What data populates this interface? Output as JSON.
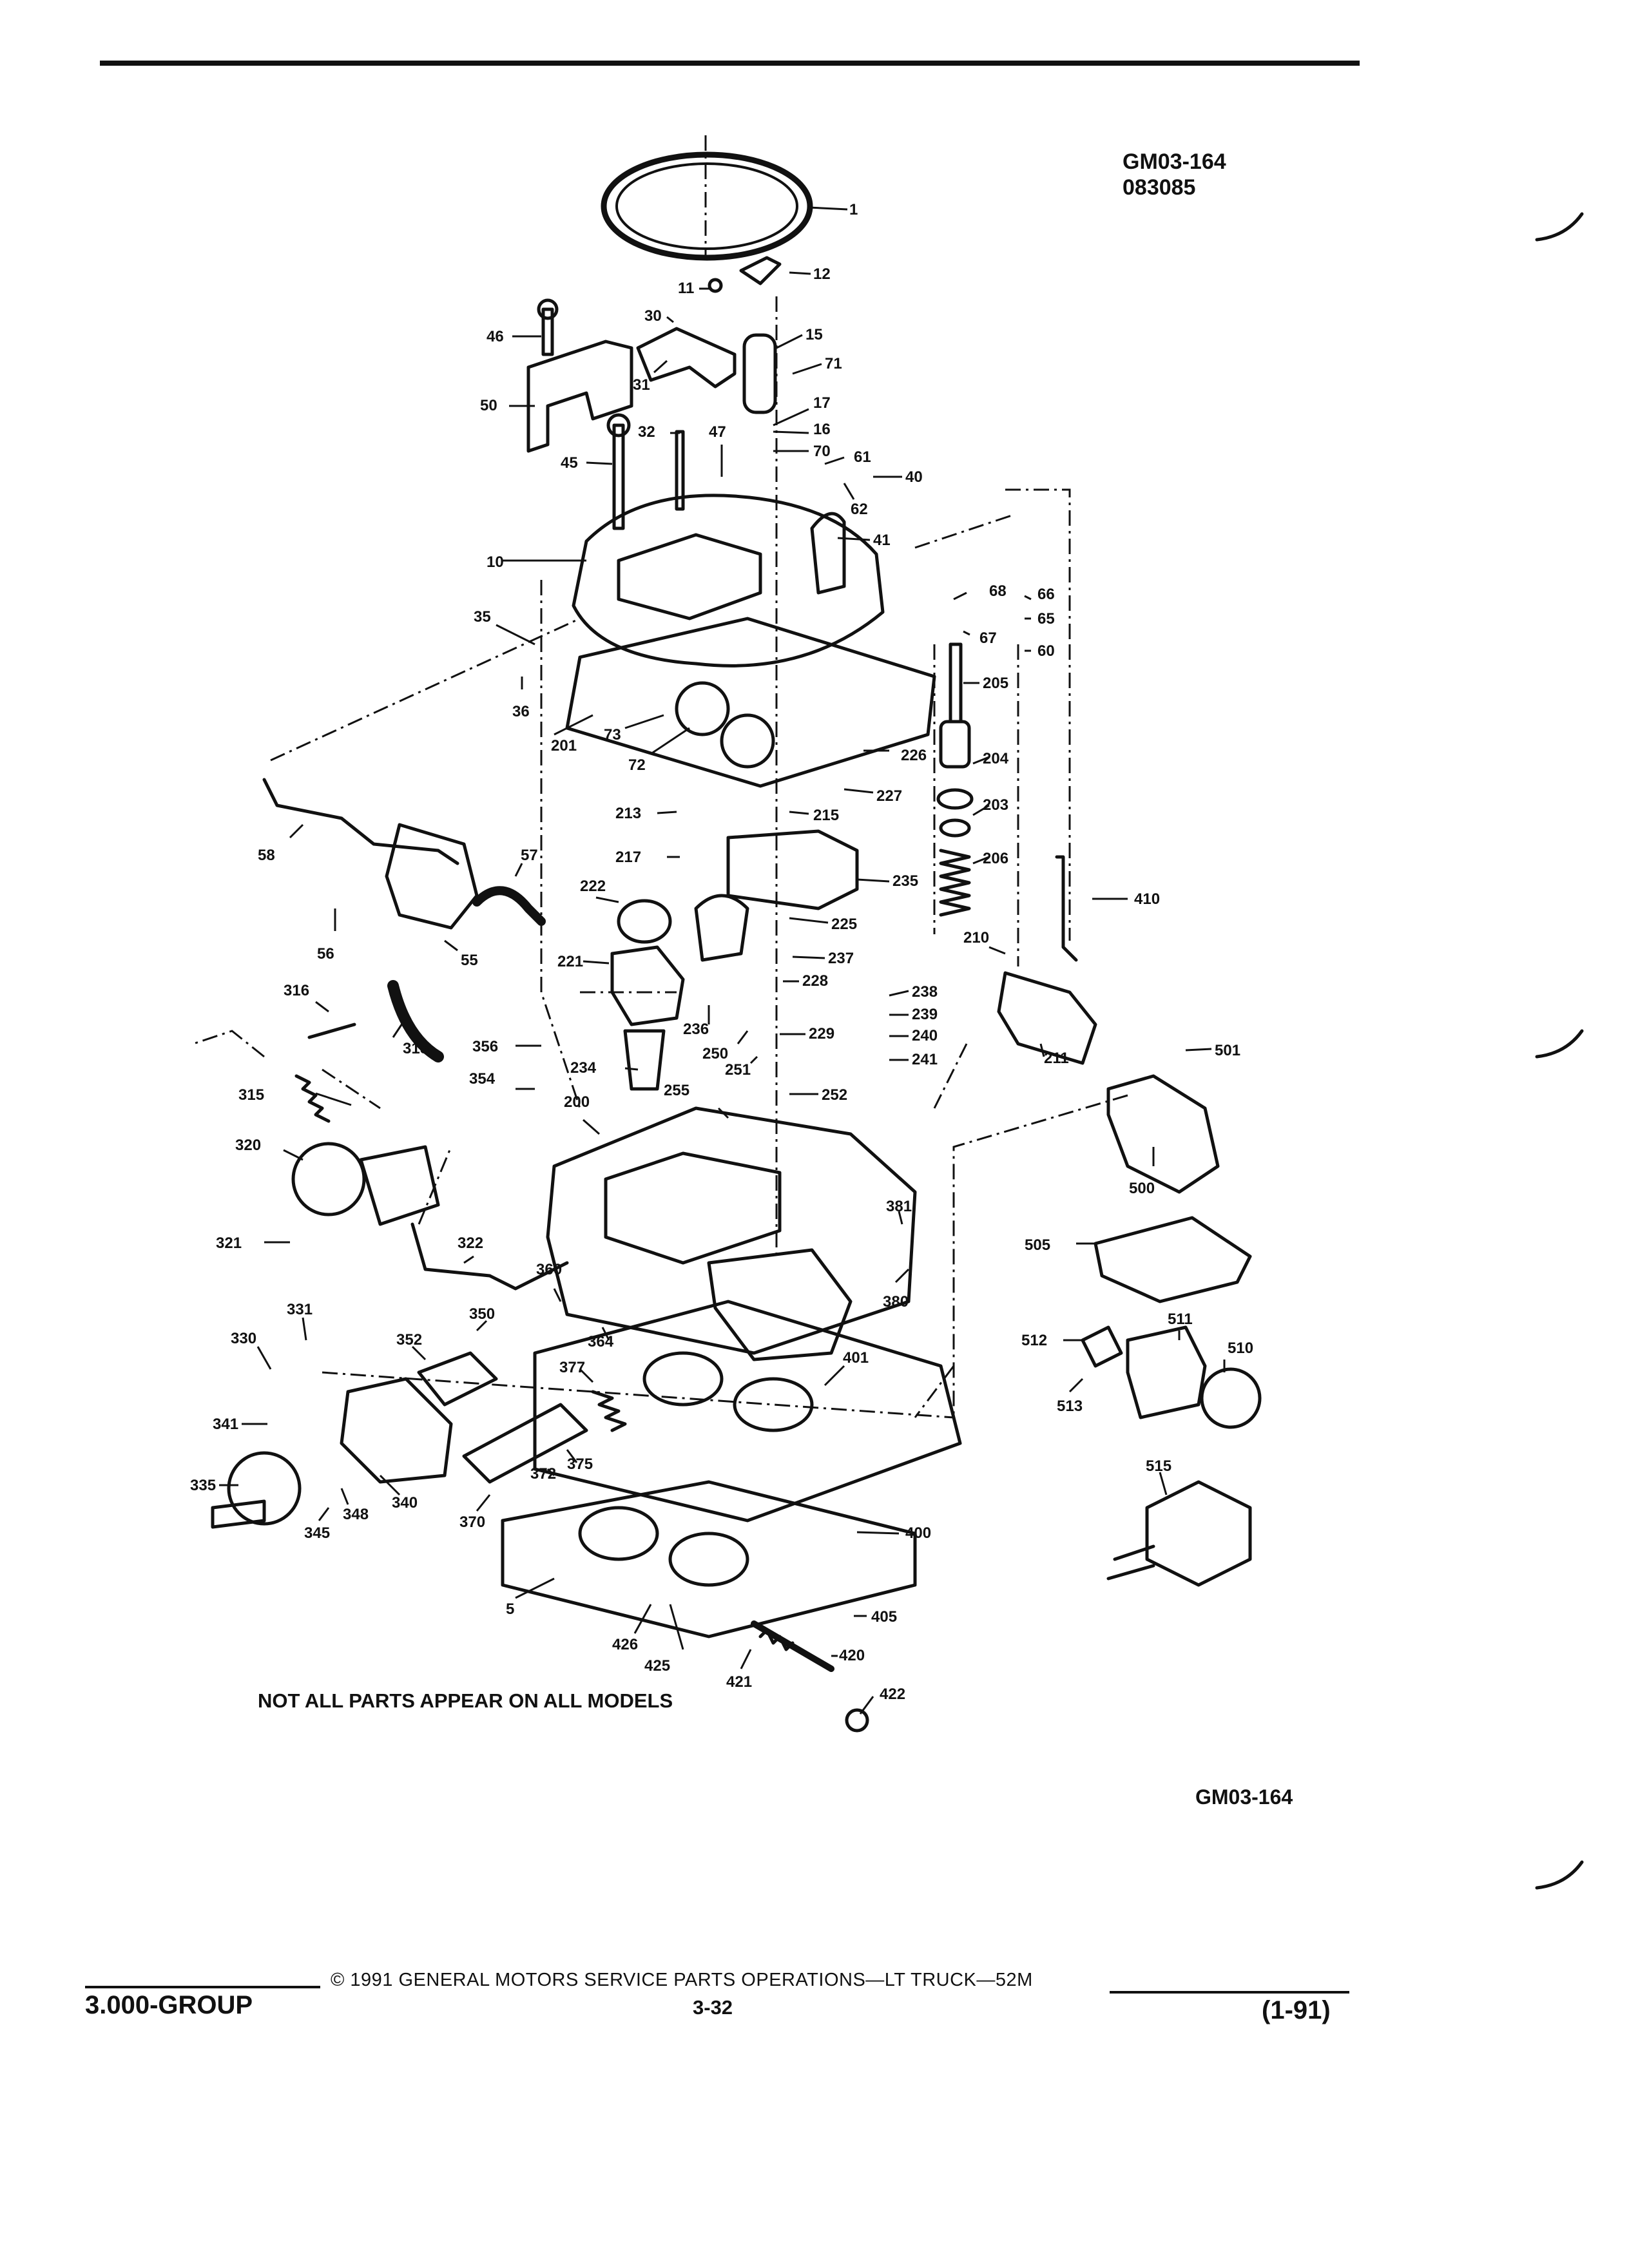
{
  "header": {
    "figure_id": "GM03-164",
    "figure_date": "083085"
  },
  "diagram": {
    "note": "NOT ALL PARTS APPEAR ON ALL MODELS",
    "figure_id_bottom": "GM03-164",
    "callouts": [
      "1",
      "11",
      "12",
      "46",
      "30",
      "15",
      "71",
      "31",
      "50",
      "17",
      "16",
      "32",
      "47",
      "70",
      "45",
      "61",
      "40",
      "62",
      "41",
      "10",
      "68",
      "66",
      "65",
      "67",
      "60",
      "35",
      "36",
      "205",
      "201",
      "73",
      "226",
      "72",
      "204",
      "227",
      "215",
      "203",
      "213",
      "58",
      "217",
      "206",
      "410",
      "57",
      "235",
      "222",
      "56",
      "225",
      "55",
      "210",
      "221",
      "237",
      "228",
      "316",
      "238",
      "239",
      "236",
      "315",
      "229",
      "240",
      "501",
      "250",
      "356",
      "241",
      "251",
      "211",
      "354",
      "234",
      "252",
      "315",
      "255",
      "200",
      "320",
      "500",
      "381",
      "321",
      "322",
      "505",
      "360",
      "380",
      "331",
      "350",
      "511",
      "330",
      "364",
      "512",
      "510",
      "352",
      "401",
      "377",
      "513",
      "341",
      "515",
      "375",
      "335",
      "372",
      "340",
      "348",
      "345",
      "370",
      "400",
      "5",
      "405",
      "426",
      "420",
      "425",
      "421",
      "422"
    ]
  },
  "footer": {
    "copyright": "© 1991 GENERAL MOTORS SERVICE PARTS OPERATIONS—LT TRUCK—52M",
    "group": "3.000-GROUP",
    "page": "3-32",
    "date_code": "(1-91)"
  }
}
